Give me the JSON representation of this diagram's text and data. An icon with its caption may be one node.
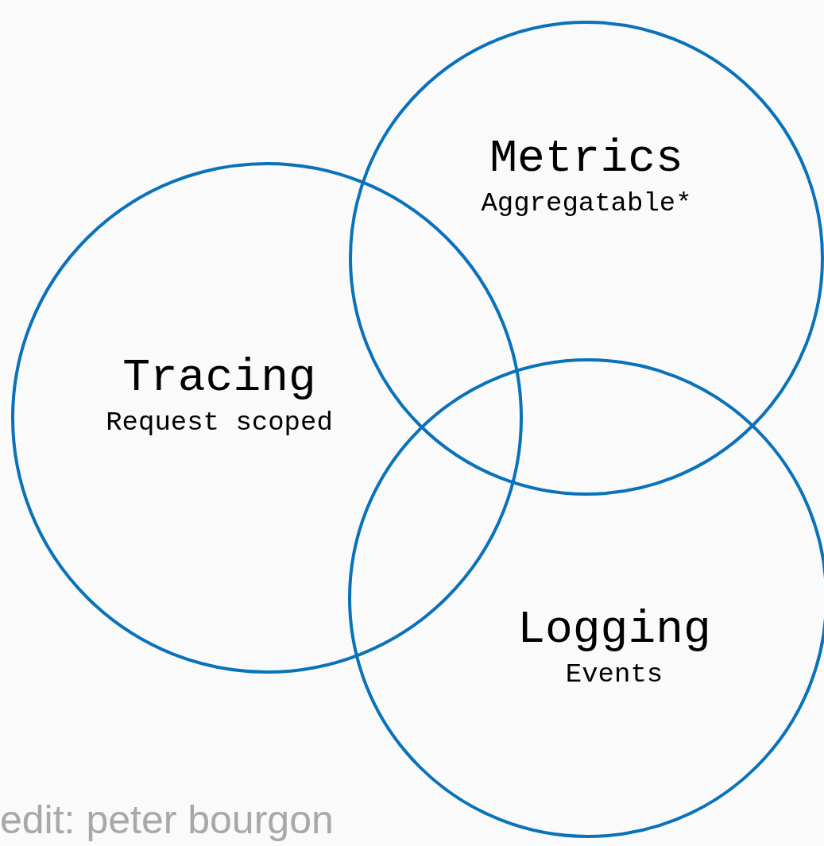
{
  "diagram": {
    "nodes": [
      {
        "text": [
          "Metrics",
          "Aggregatable*"
        ]
      },
      {
        "text": [
          "Tracing",
          "Request scoped"
        ]
      },
      {
        "text": [
          "Logging",
          "Events"
        ]
      }
    ],
    "labels": [
      "edit: peter bourgon"
    ]
  }
}
